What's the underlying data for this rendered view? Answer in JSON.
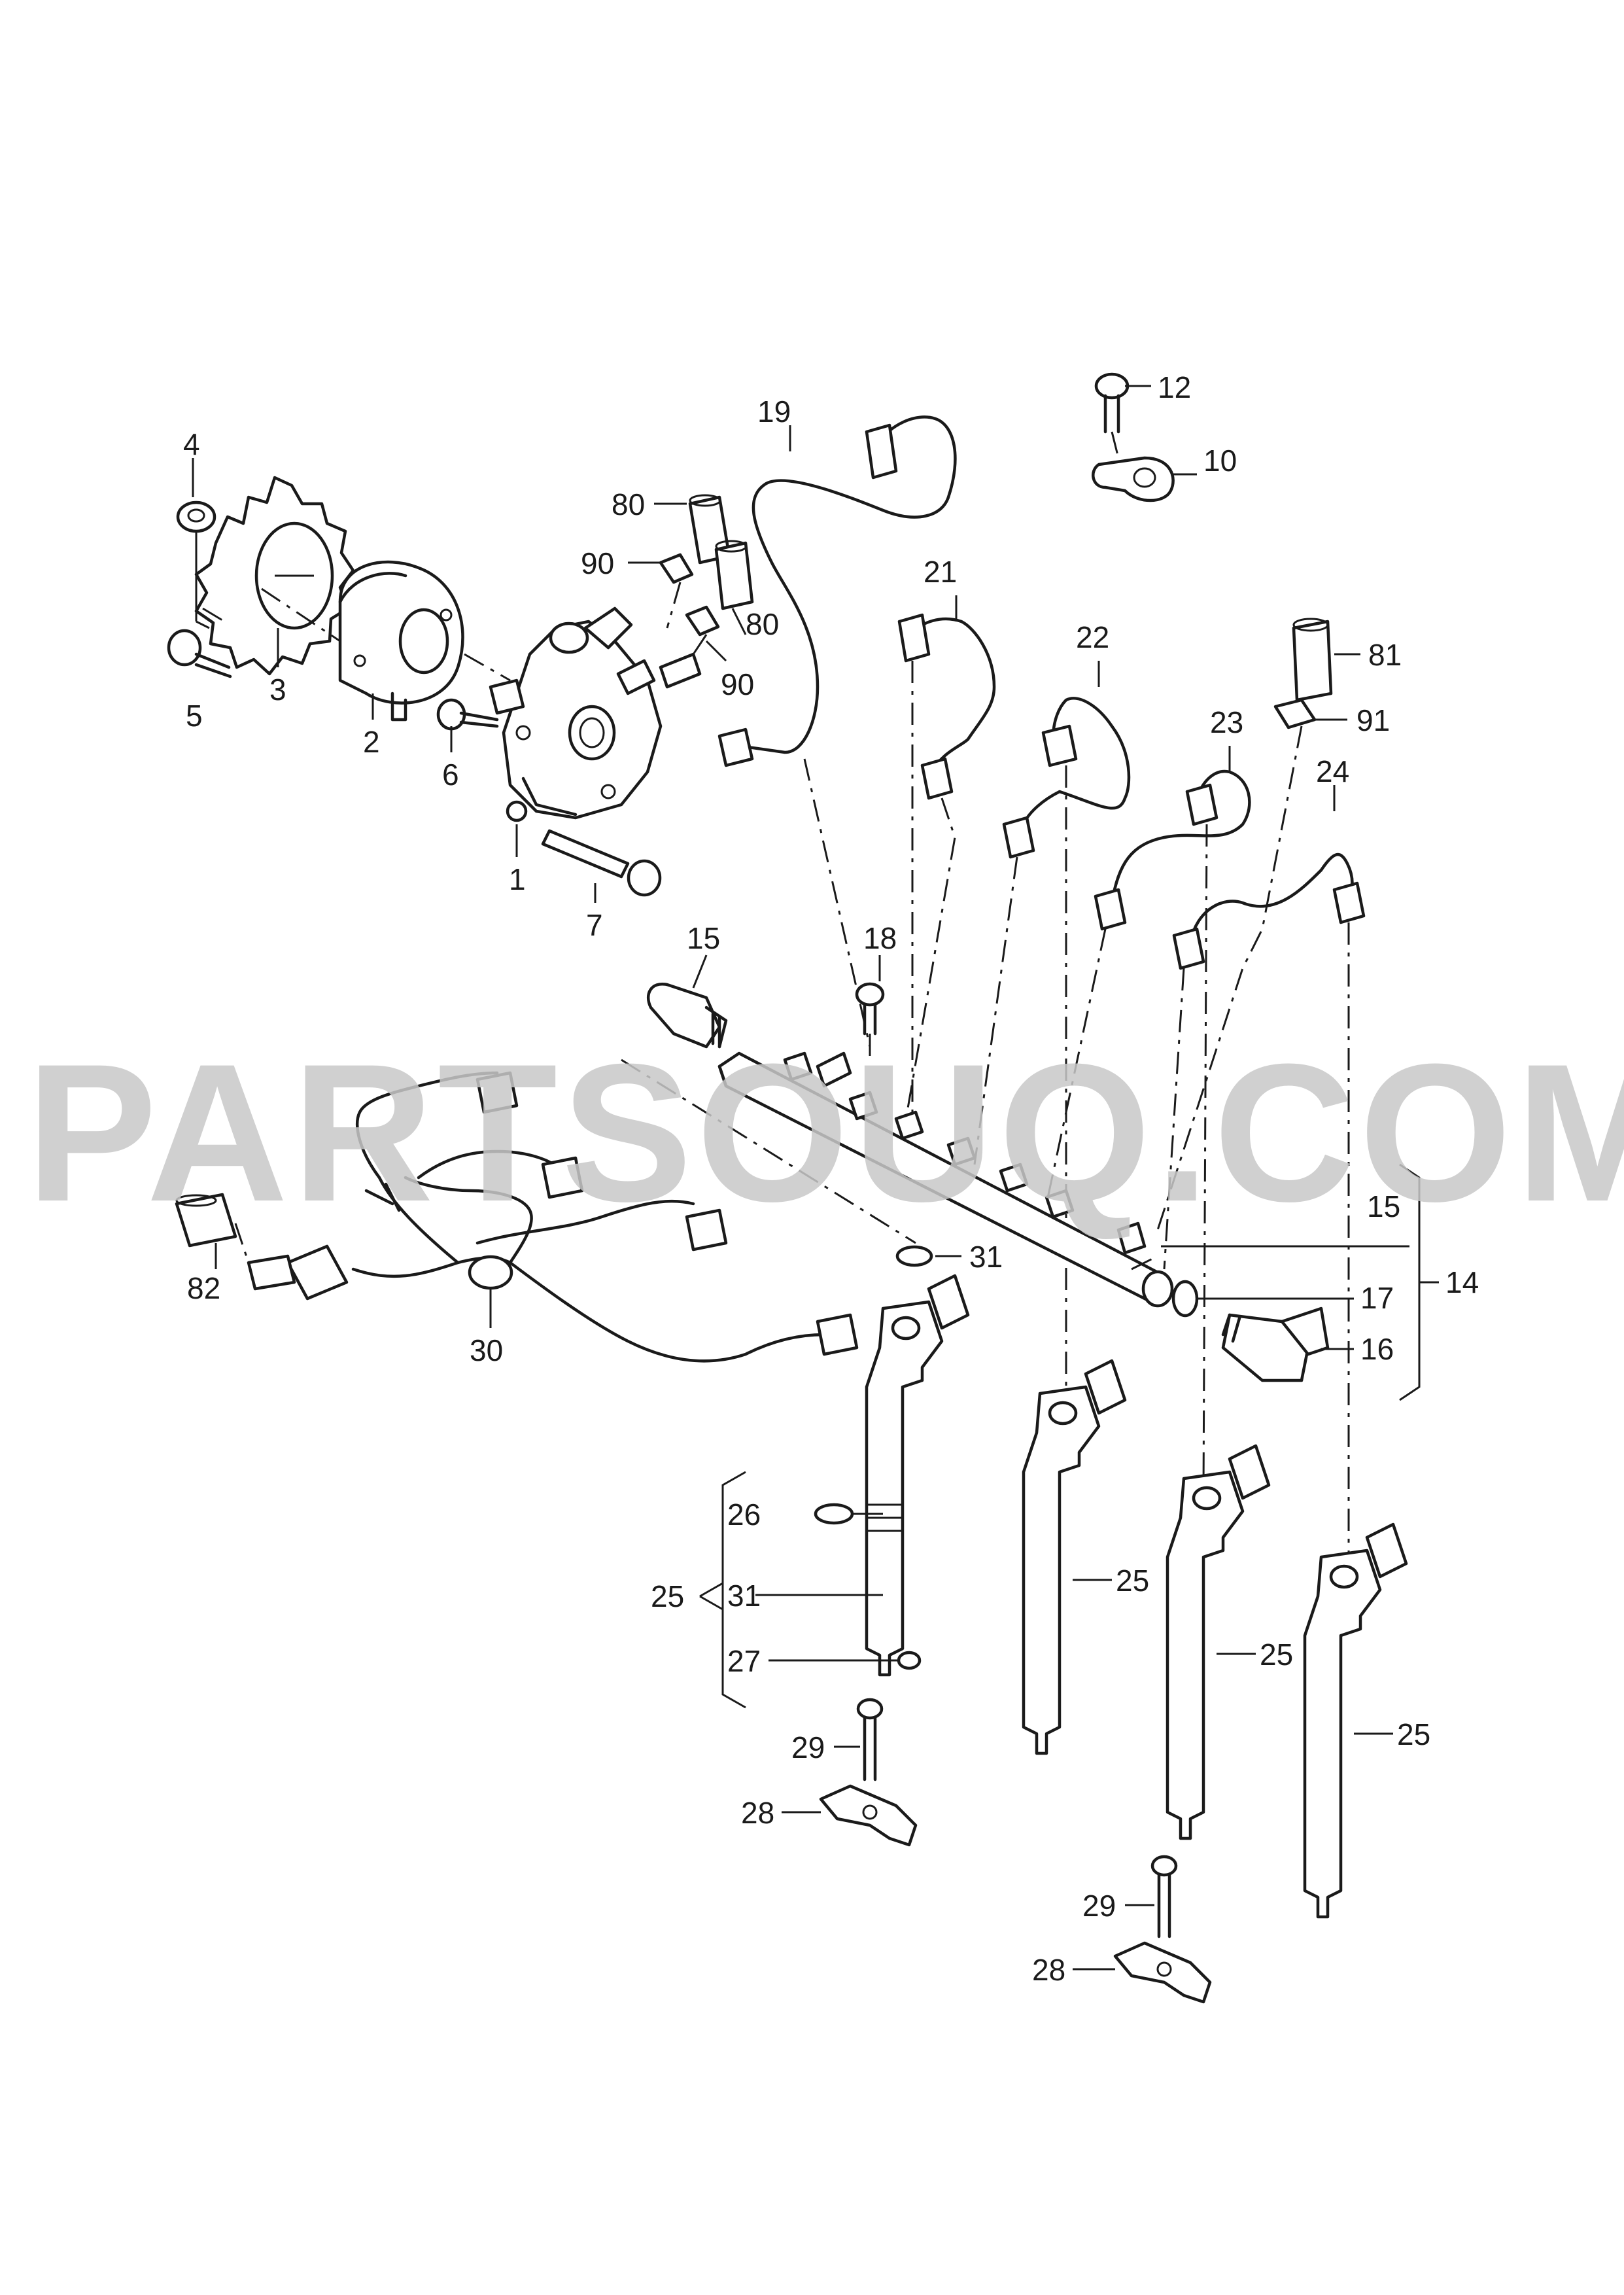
{
  "watermark": "PARTSOUQ.COM",
  "callouts": {
    "c1": "1",
    "c2": "2",
    "c3": "3",
    "c4": "4",
    "c5": "5",
    "c6": "6",
    "c7": "7",
    "c10": "10",
    "c12": "12",
    "c14": "14",
    "c15a": "15",
    "c15b": "15",
    "c16": "16",
    "c17": "17",
    "c18": "18",
    "c19": "19",
    "c21": "21",
    "c22": "22",
    "c23": "23",
    "c24": "24",
    "c25a": "25",
    "c25b": "25",
    "c25c": "25",
    "c25d": "25",
    "c26": "26",
    "c27": "27",
    "c28a": "28",
    "c28b": "28",
    "c29a": "29",
    "c29b": "29",
    "c30": "30",
    "c31a": "31",
    "c31b": "31",
    "c80a": "80",
    "c80b": "80",
    "c81": "81",
    "c82": "82",
    "c90a": "90",
    "c90b": "90",
    "c91": "91"
  }
}
